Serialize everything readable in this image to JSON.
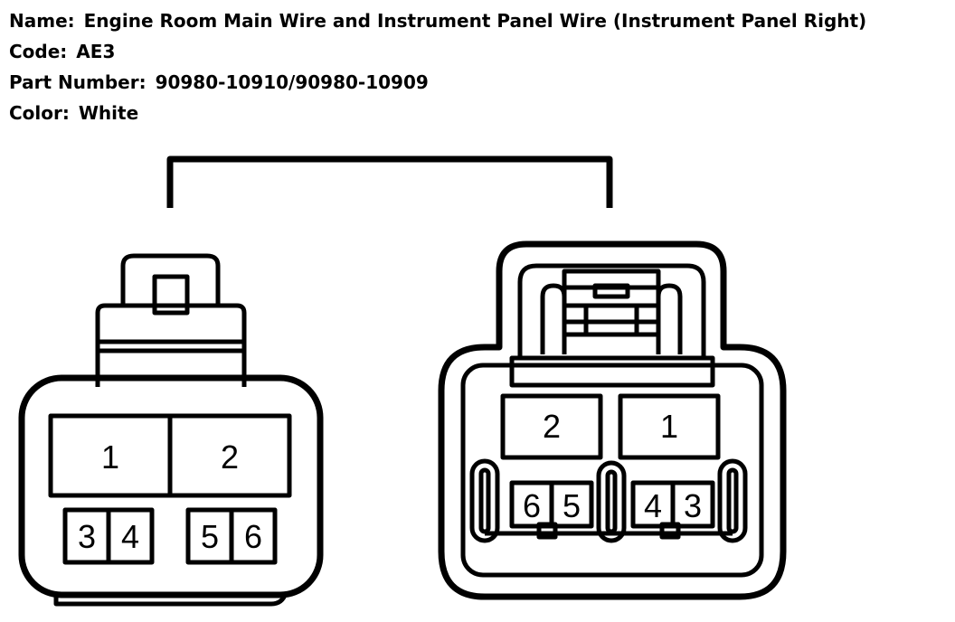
{
  "header": {
    "name_label": "Name:",
    "name_value": "Engine Room Main Wire and Instrument Panel Wire (Instrument Panel Right)",
    "code_label": "Code:",
    "code_value": "AE3",
    "part_label": "Part Number:",
    "part_value": "90980-10910/90980-10909",
    "color_label": "Color:",
    "color_value": "White"
  },
  "left_connector": {
    "large_pins": [
      "1",
      "2"
    ],
    "small_pins": [
      "3",
      "4",
      "5",
      "6"
    ]
  },
  "right_connector": {
    "large_pins": [
      "2",
      "1"
    ],
    "small_pins": [
      "6",
      "5",
      "4",
      "3"
    ]
  }
}
